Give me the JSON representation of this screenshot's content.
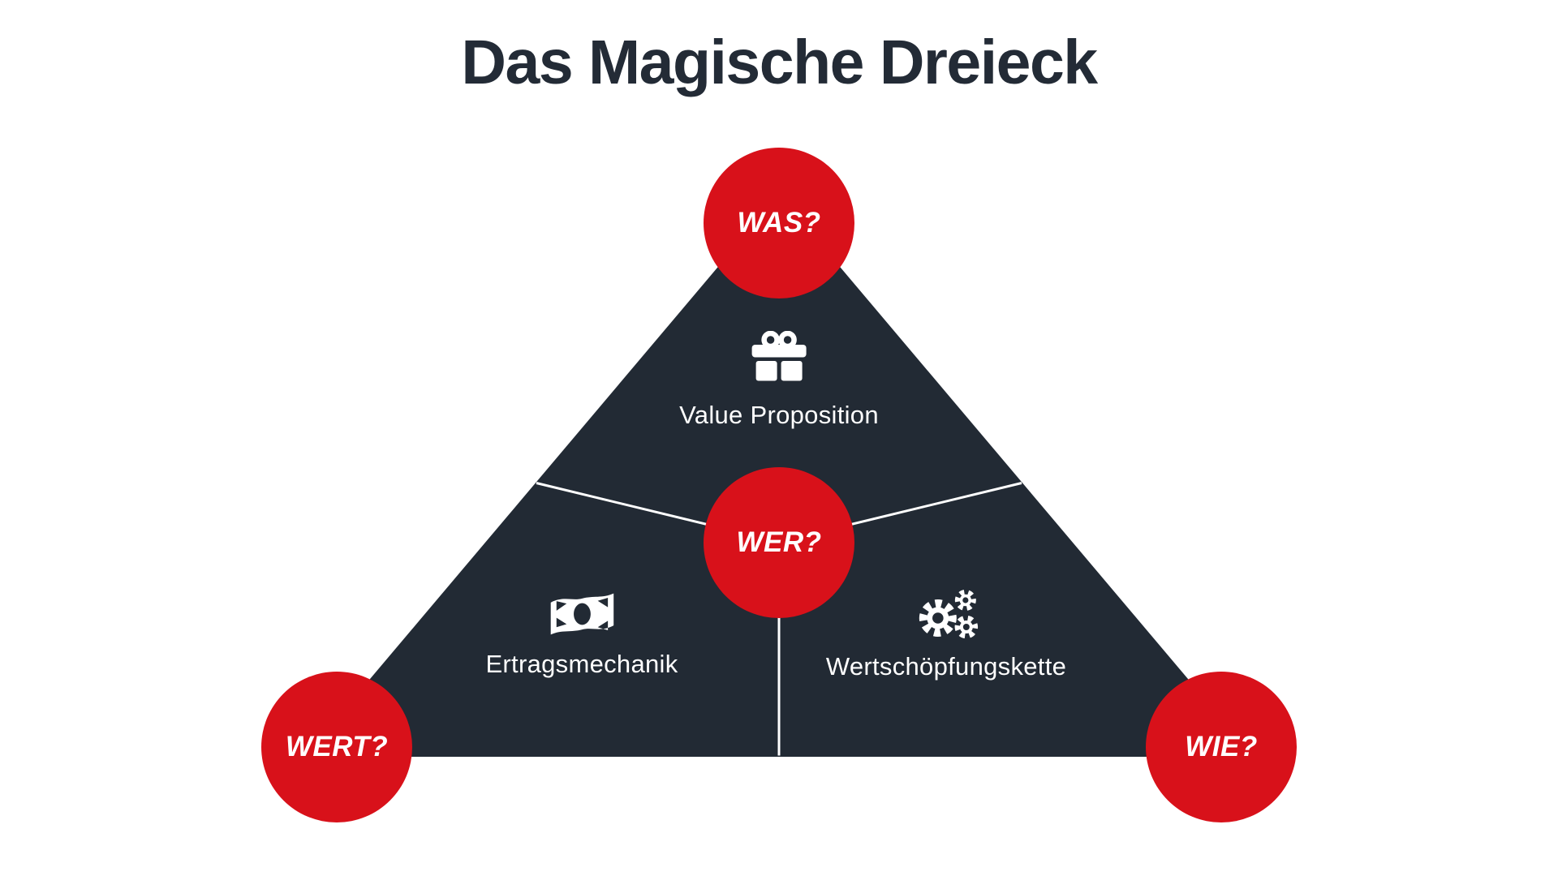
{
  "title": "Das Magische Dreieck",
  "colors": {
    "background": "#ffffff",
    "triangle": "#222a34",
    "accent_red": "#d8111a",
    "title_text": "#232b36",
    "label_text": "#ffffff",
    "divider_line": "#ffffff",
    "icon": "#ffffff"
  },
  "nodes": {
    "was": {
      "label": "WAS?"
    },
    "wer": {
      "label": "WER?"
    },
    "wert": {
      "label": "WERT?"
    },
    "wie": {
      "label": "WIE?"
    }
  },
  "sections": {
    "value_proposition": {
      "label": "Value Proposition",
      "icon": "gift-icon"
    },
    "ertragsmechanik": {
      "label": "Ertragsmechanik",
      "icon": "money-bill-icon"
    },
    "wertschoepfungskette": {
      "label": "Wertschöpfungskette",
      "icon": "gears-icon"
    }
  }
}
